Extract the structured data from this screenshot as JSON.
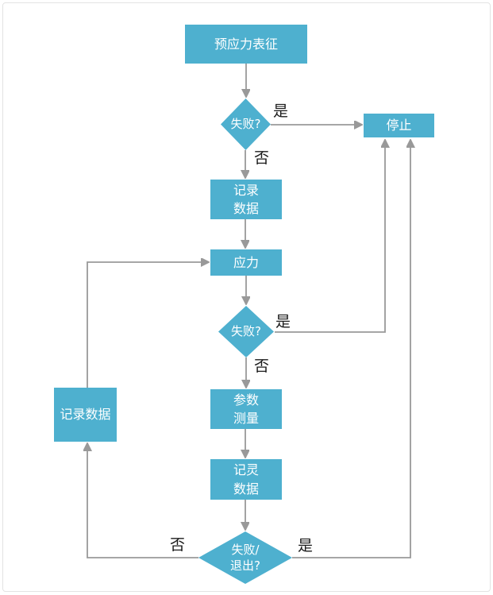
{
  "diagram": {
    "nodes": {
      "prestress": {
        "label": "预应力表征"
      },
      "fail1": {
        "label": "失败?"
      },
      "stop": {
        "label": "停止"
      },
      "record1": {
        "line1": "记录",
        "line2": "数据"
      },
      "stress": {
        "label": "应力"
      },
      "fail2": {
        "label": "失败?"
      },
      "param": {
        "line1": "参数",
        "line2": "测量"
      },
      "record2": {
        "line1": "记灵",
        "line2": "数据"
      },
      "fail_exit": {
        "line1": "失败/",
        "line2": "退出?"
      },
      "record_left": {
        "label": "记录数据"
      }
    },
    "edge_labels": {
      "yes1": "是",
      "no1": "否",
      "yes2": "是",
      "no2": "否",
      "no3": "否",
      "yes3": "是"
    },
    "colors": {
      "node_fill": "#4eb0cf",
      "node_text": "#ffffff",
      "edge": "#999999",
      "label": "#1a1a1a",
      "border": "#e3e3e3"
    }
  }
}
